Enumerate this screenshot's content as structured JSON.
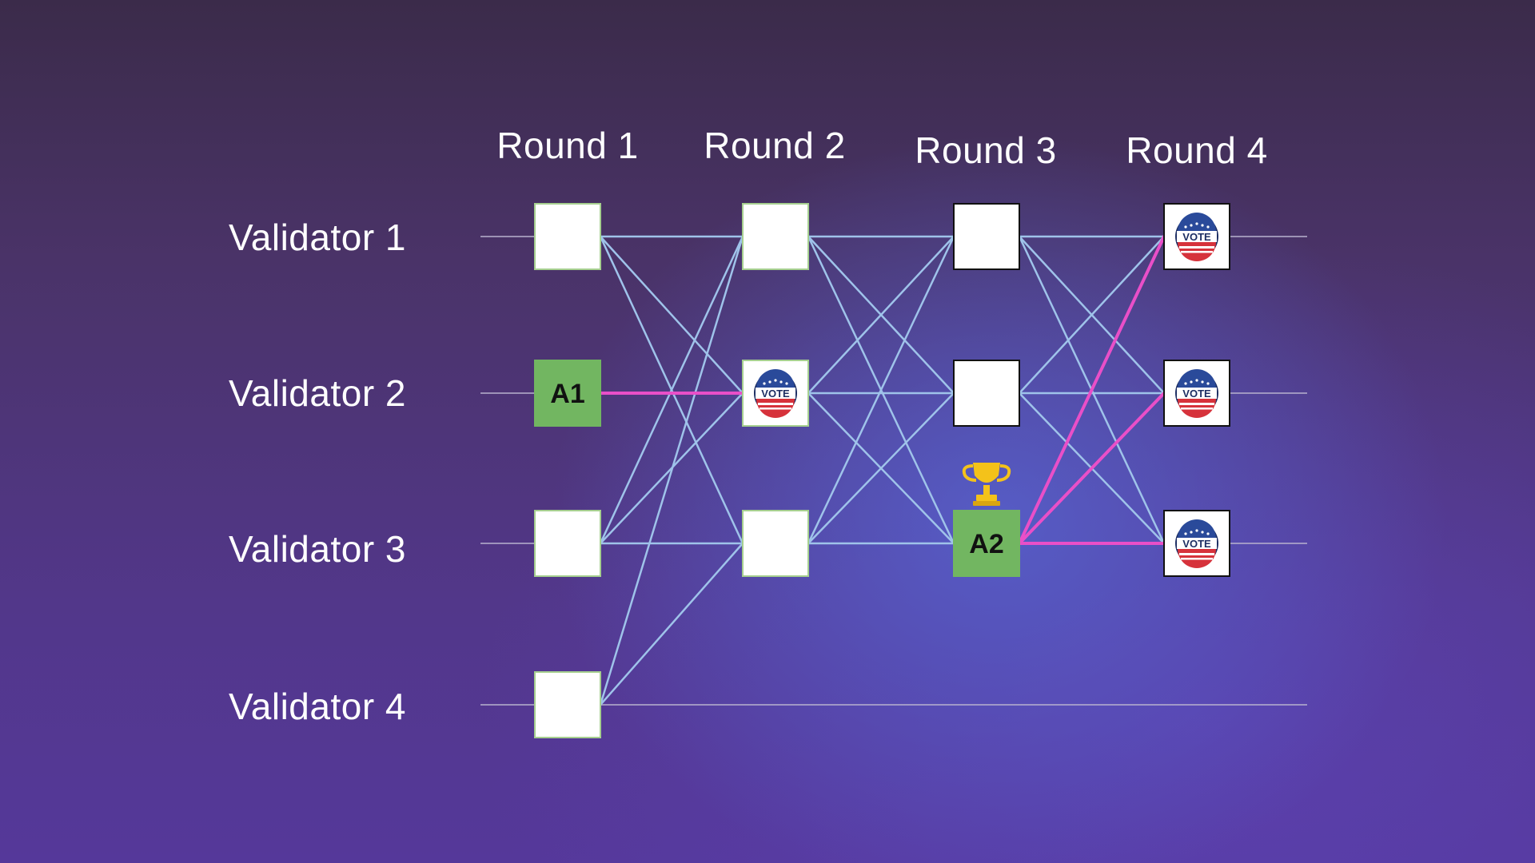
{
  "rounds": [
    "Round 1",
    "Round 2",
    "Round 3",
    "Round 4"
  ],
  "validators": [
    "Validator 1",
    "Validator 2",
    "Validator 3",
    "Validator 4"
  ],
  "colors": {
    "edge": "#9fc3ea",
    "highlight_edge": "#e94fc8",
    "lane": "#b9b3cf",
    "anchor_fill": "#72b661",
    "vertex_fill": "#ffffff",
    "vertex_border_light": "#a6cf8f",
    "vertex_border_dark": "#111111",
    "trophy": "#f4c21a"
  },
  "vertices": [
    {
      "id": "r1v1",
      "round": 1,
      "validator": 1,
      "kind": "empty"
    },
    {
      "id": "r1v2",
      "round": 1,
      "validator": 2,
      "kind": "anchor",
      "label": "A1"
    },
    {
      "id": "r1v3",
      "round": 1,
      "validator": 3,
      "kind": "empty"
    },
    {
      "id": "r1v4",
      "round": 1,
      "validator": 4,
      "kind": "empty"
    },
    {
      "id": "r2v1",
      "round": 2,
      "validator": 1,
      "kind": "empty"
    },
    {
      "id": "r2v2",
      "round": 2,
      "validator": 2,
      "kind": "vote",
      "label": "VOTE"
    },
    {
      "id": "r2v3",
      "round": 2,
      "validator": 3,
      "kind": "empty"
    },
    {
      "id": "r3v1",
      "round": 3,
      "validator": 1,
      "kind": "empty"
    },
    {
      "id": "r3v2",
      "round": 3,
      "validator": 2,
      "kind": "empty"
    },
    {
      "id": "r3v3",
      "round": 3,
      "validator": 3,
      "kind": "anchor",
      "label": "A2",
      "trophy": true
    },
    {
      "id": "r4v1",
      "round": 4,
      "validator": 1,
      "kind": "vote",
      "label": "VOTE"
    },
    {
      "id": "r4v2",
      "round": 4,
      "validator": 2,
      "kind": "vote",
      "label": "VOTE"
    },
    {
      "id": "r4v3",
      "round": 4,
      "validator": 3,
      "kind": "vote",
      "label": "VOTE"
    }
  ],
  "edges": [
    {
      "from": "r1v1",
      "to": "r2v1"
    },
    {
      "from": "r1v1",
      "to": "r2v2"
    },
    {
      "from": "r1v1",
      "to": "r2v3"
    },
    {
      "from": "r1v2",
      "to": "r2v2",
      "highlight": true
    },
    {
      "from": "r1v3",
      "to": "r2v1"
    },
    {
      "from": "r1v3",
      "to": "r2v2"
    },
    {
      "from": "r1v3",
      "to": "r2v3"
    },
    {
      "from": "r1v4",
      "to": "r2v1"
    },
    {
      "from": "r1v4",
      "to": "r2v3"
    },
    {
      "from": "r2v1",
      "to": "r3v1"
    },
    {
      "from": "r2v1",
      "to": "r3v2"
    },
    {
      "from": "r2v1",
      "to": "r3v3"
    },
    {
      "from": "r2v2",
      "to": "r3v1"
    },
    {
      "from": "r2v2",
      "to": "r3v2"
    },
    {
      "from": "r2v2",
      "to": "r3v3"
    },
    {
      "from": "r2v3",
      "to": "r3v1"
    },
    {
      "from": "r2v3",
      "to": "r3v2"
    },
    {
      "from": "r2v3",
      "to": "r3v3"
    },
    {
      "from": "r3v1",
      "to": "r4v1"
    },
    {
      "from": "r3v1",
      "to": "r4v2"
    },
    {
      "from": "r3v1",
      "to": "r4v3"
    },
    {
      "from": "r3v2",
      "to": "r4v1"
    },
    {
      "from": "r3v2",
      "to": "r4v2"
    },
    {
      "from": "r3v2",
      "to": "r4v3"
    },
    {
      "from": "r3v3",
      "to": "r4v1",
      "highlight": true
    },
    {
      "from": "r3v3",
      "to": "r4v2",
      "highlight": true
    },
    {
      "from": "r3v3",
      "to": "r4v3",
      "highlight": true
    }
  ]
}
